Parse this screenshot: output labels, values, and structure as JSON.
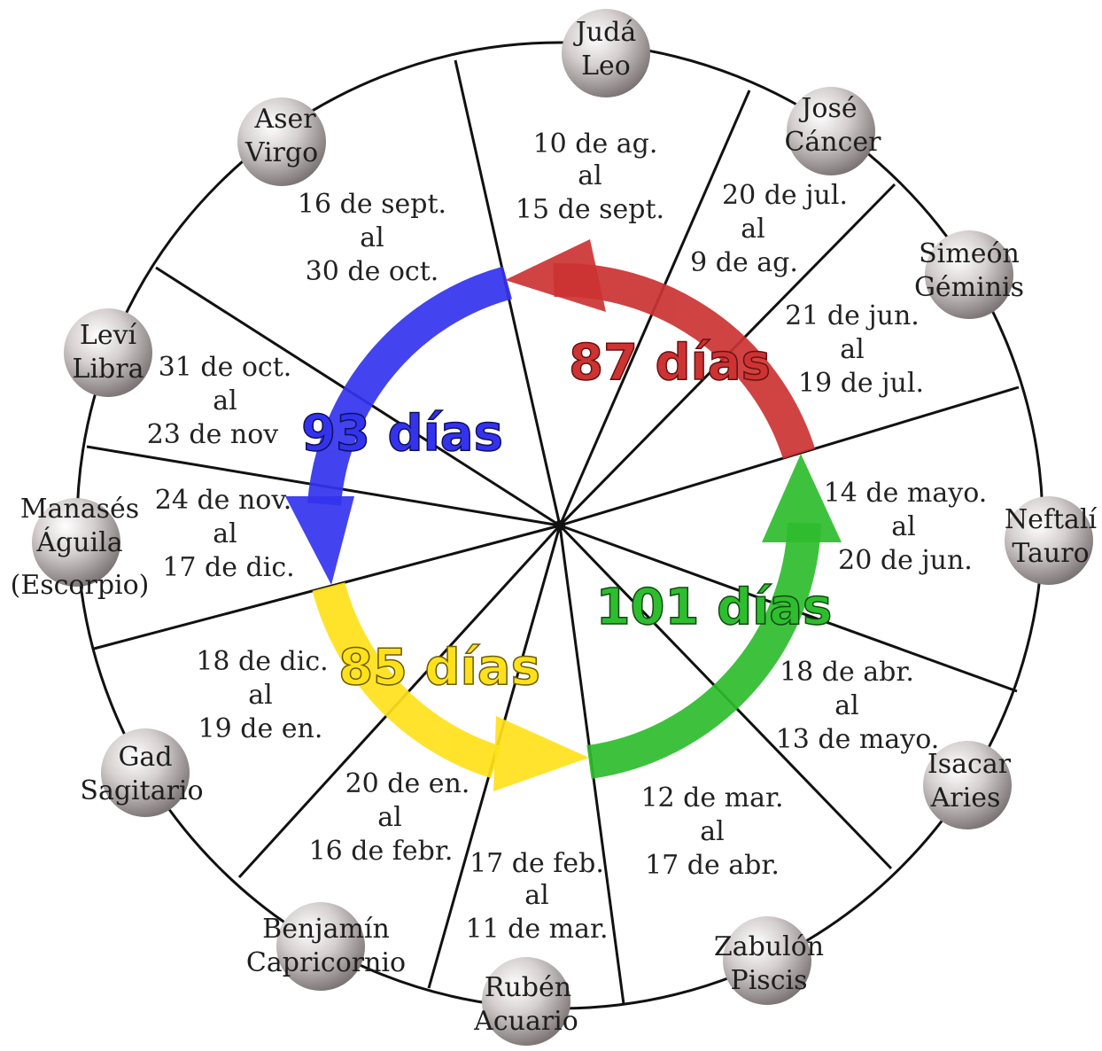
{
  "colors": {
    "red": "#cc3333",
    "blue": "#3333ee",
    "yellow": "#ffe11a",
    "green": "#2ebd2e"
  },
  "tribes": [
    {
      "id": "juda",
      "name": "Judá",
      "sign": "Leo"
    },
    {
      "id": "jose",
      "name": "José",
      "sign": "Cáncer"
    },
    {
      "id": "simeon",
      "name": "Simeón",
      "sign": "Géminis"
    },
    {
      "id": "neftali",
      "name": "Neftalí",
      "sign": "Tauro"
    },
    {
      "id": "isacar",
      "name": "Isacar",
      "sign": "Aries"
    },
    {
      "id": "zabulon",
      "name": "Zabulón",
      "sign": "Piscis"
    },
    {
      "id": "ruben",
      "name": "Rubén",
      "sign": "Acuario"
    },
    {
      "id": "benjamin",
      "name": "Benjamín",
      "sign": "Capricornio"
    },
    {
      "id": "gad",
      "name": "Gad",
      "sign": "Sagitario"
    },
    {
      "id": "manases",
      "name": "Manasés",
      "sign": "Águila",
      "extra": "(Escorpio)"
    },
    {
      "id": "levi",
      "name": "Leví",
      "sign": "Libra"
    },
    {
      "id": "aser",
      "name": "Aser",
      "sign": "Virgo"
    }
  ],
  "periods": [
    {
      "id": "leo",
      "start": "10 de ag.",
      "mid": "al",
      "end": "15 de sept."
    },
    {
      "id": "cancer",
      "start": "20 de jul.",
      "mid": "al",
      "end": "9 de ag."
    },
    {
      "id": "geminis",
      "start": "21 de jun.",
      "mid": "al",
      "end": "19 de jul."
    },
    {
      "id": "tauro",
      "start": "14 de mayo.",
      "mid": "al",
      "end": "20 de jun."
    },
    {
      "id": "aries",
      "start": "18 de abr.",
      "mid": "al",
      "end": "13 de mayo."
    },
    {
      "id": "piscis",
      "start": "12 de mar.",
      "mid": "al",
      "end": "17 de abr."
    },
    {
      "id": "acuario",
      "start": "17 de feb.",
      "mid": "al",
      "end": "11 de mar."
    },
    {
      "id": "capricornio",
      "start": "20 de en.",
      "mid": "al",
      "end": "16 de febr."
    },
    {
      "id": "sagitario",
      "start": "18 de dic.",
      "mid": "al",
      "end": "19 de en."
    },
    {
      "id": "escorpio",
      "start": "24 de nov.",
      "mid": "al",
      "end": "17 de dic."
    },
    {
      "id": "libra",
      "start": "31 de oct.",
      "mid": "al",
      "end": "23 de nov"
    },
    {
      "id": "virgo",
      "start": "16 de sept.",
      "mid": "al",
      "end": "30 de oct."
    }
  ],
  "spans": {
    "red": "87 días",
    "blue": "93 días",
    "yellow": "85 días",
    "green": "101 días"
  }
}
